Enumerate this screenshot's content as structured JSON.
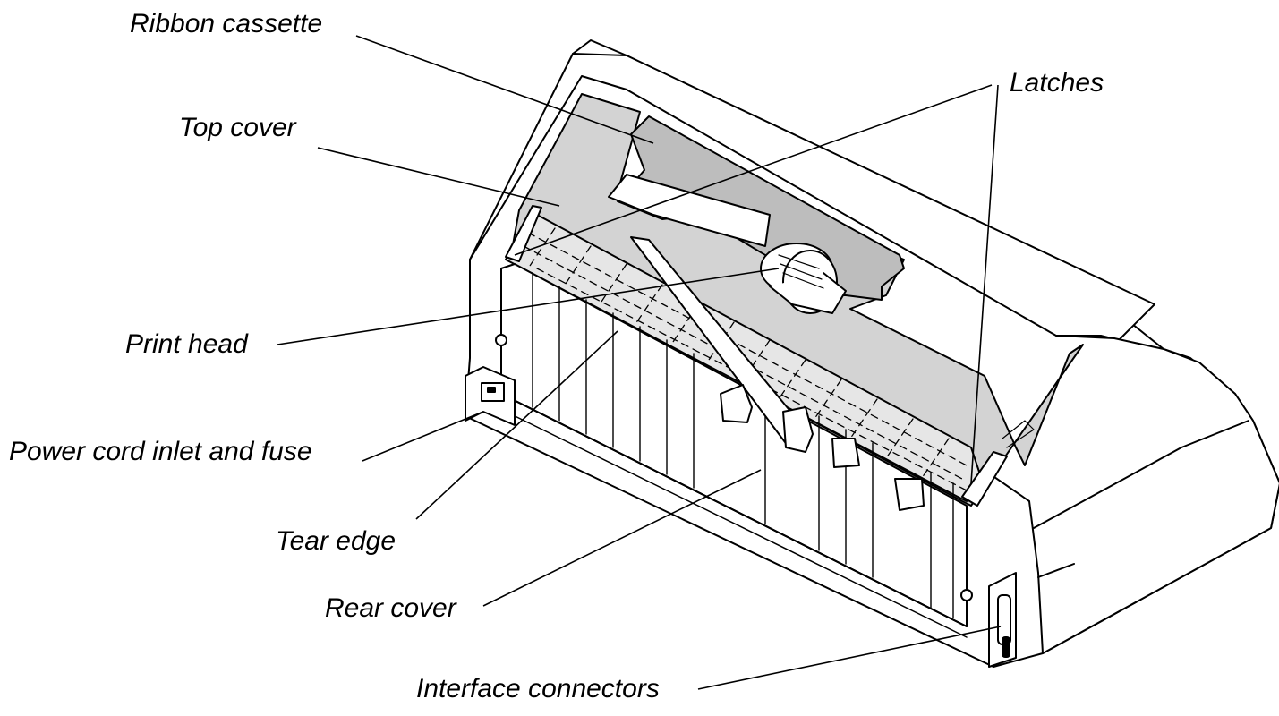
{
  "labels": {
    "ribbon_cassette": "Ribbon cassette",
    "latches": "Latches",
    "top_cover": "Top cover",
    "print_head": "Print head",
    "power_cord": "Power cord inlet and fuse",
    "tear_edge": "Tear edge",
    "rear_cover": "Rear cover",
    "interface_connectors": "Interface connectors"
  },
  "colors": {
    "outline": "#000000",
    "cover_fill": "#d3d3d3",
    "cassette_fill": "#bdbdbd",
    "body_fill": "#ffffff"
  }
}
